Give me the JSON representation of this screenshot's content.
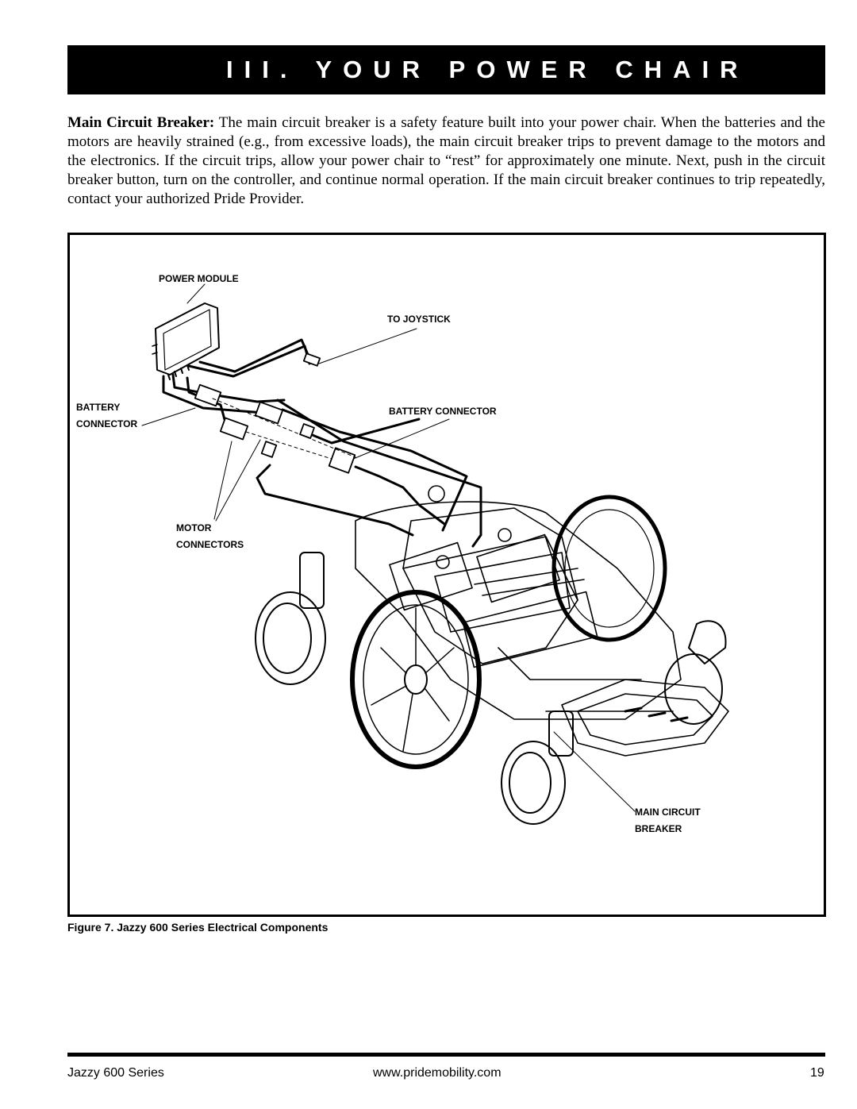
{
  "header": {
    "title": "III. YOUR POWER CHAIR"
  },
  "body": {
    "lead": "Main Circuit Breaker:",
    "text": " The main circuit breaker is a safety feature built into your power chair. When the batteries and the motors are heavily strained (e.g., from excessive loads), the main circuit breaker trips to prevent damage to the motors and the electronics. If the circuit trips, allow your power chair to “rest” for approximately one minute. Next, push in the circuit breaker button, turn on the controller, and continue normal operation. If the main circuit breaker continues to trip repeatedly, contact your authorized Pride Provider."
  },
  "figure": {
    "labels": {
      "power_module": "POWER MODULE",
      "to_joystick": "TO JOYSTICK",
      "battery_connector_left_1": "BATTERY",
      "battery_connector_left_2": "CONNECTOR",
      "battery_connector_right": "BATTERY CONNECTOR",
      "motor_connectors_1": "MOTOR",
      "motor_connectors_2": "CONNECTORS",
      "main_circuit_breaker_1": "MAIN CIRCUIT",
      "main_circuit_breaker_2": "BREAKER"
    },
    "caption": "Figure 7. Jazzy 600 Series Electrical Components"
  },
  "footer": {
    "left": "Jazzy 600 Series",
    "center": "www.pridemobility.com",
    "page": "19"
  }
}
